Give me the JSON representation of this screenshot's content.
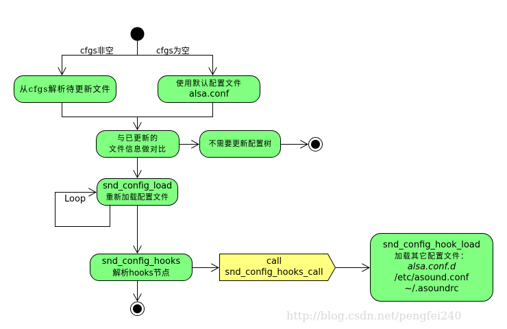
{
  "diagram": {
    "type": "UML activity diagram",
    "branch_labels": {
      "left": "cfgs非空",
      "right": "cfgs为空"
    },
    "nodes": {
      "parse_cfgs": {
        "line1": "从cfgs解析待更新文件"
      },
      "use_default": {
        "line1": "使用默认配置文件",
        "line2": "alsa.conf"
      },
      "compare": {
        "line1": "与已更新的",
        "line2": "文件信息做对比"
      },
      "no_update": {
        "line1": "不需要更新配置树"
      },
      "config_load": {
        "line1": "snd_config_load",
        "line2": "重新加载配置文件"
      },
      "config_hooks": {
        "line1": "snd_config_hooks",
        "line2": "解析hooks节点"
      },
      "hooks_call": {
        "line1": "call",
        "line2": "snd_config_hooks_call"
      },
      "hook_load": {
        "line1": "snd_config_hook_load",
        "line2": "加载其它配置文件：",
        "line3": "alsa.conf.d",
        "line4": "/etc/asound.conf",
        "line5": "~/.asoundrc"
      }
    },
    "loop_label": "Loop",
    "colors": {
      "action_fill": "#80ff80",
      "signal_fill": "#ffff80",
      "stroke": "#000000"
    }
  },
  "watermark": "http://blog.csdn.net/pengfei240"
}
